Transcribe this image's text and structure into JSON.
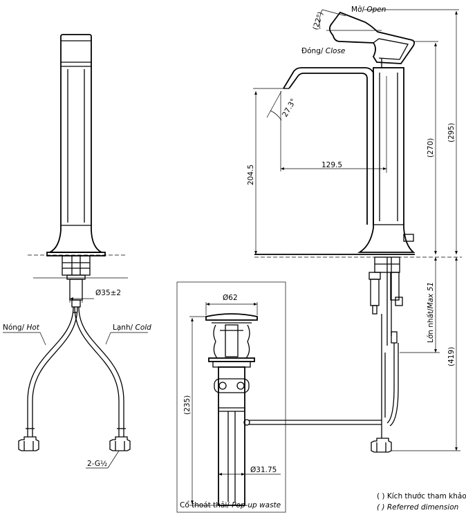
{
  "labels": {
    "open_vi": "Mở/ ",
    "open_en": "Open",
    "close_vi": "Đóng/ ",
    "close_en": "Close",
    "lever_angle": "(22°)",
    "spout_angle": "27.3°",
    "spout_reach": "129.5",
    "spout_height": "204.5",
    "dim_270": "(270)",
    "dim_295": "(295)",
    "dim_419": "(419)",
    "max_vi": "Lớn nhất/",
    "max_en": "Max 51",
    "shank_dia": "Ø35±2",
    "hot_vi": "Nóng/ ",
    "hot_en": "Hot",
    "cold_vi": "Lạnh/ ",
    "cold_en": "Cold",
    "thread": "2-G½",
    "waste_dia": "Ø62",
    "waste_height": "(235)",
    "tail_dia": "Ø31.75",
    "waste_vi": "Cổ thoát thải/ ",
    "waste_en": "Pop-up waste",
    "legend_line1": "( ) Kích thước tham khảo",
    "legend_line2": "( ) Referred dimension"
  }
}
